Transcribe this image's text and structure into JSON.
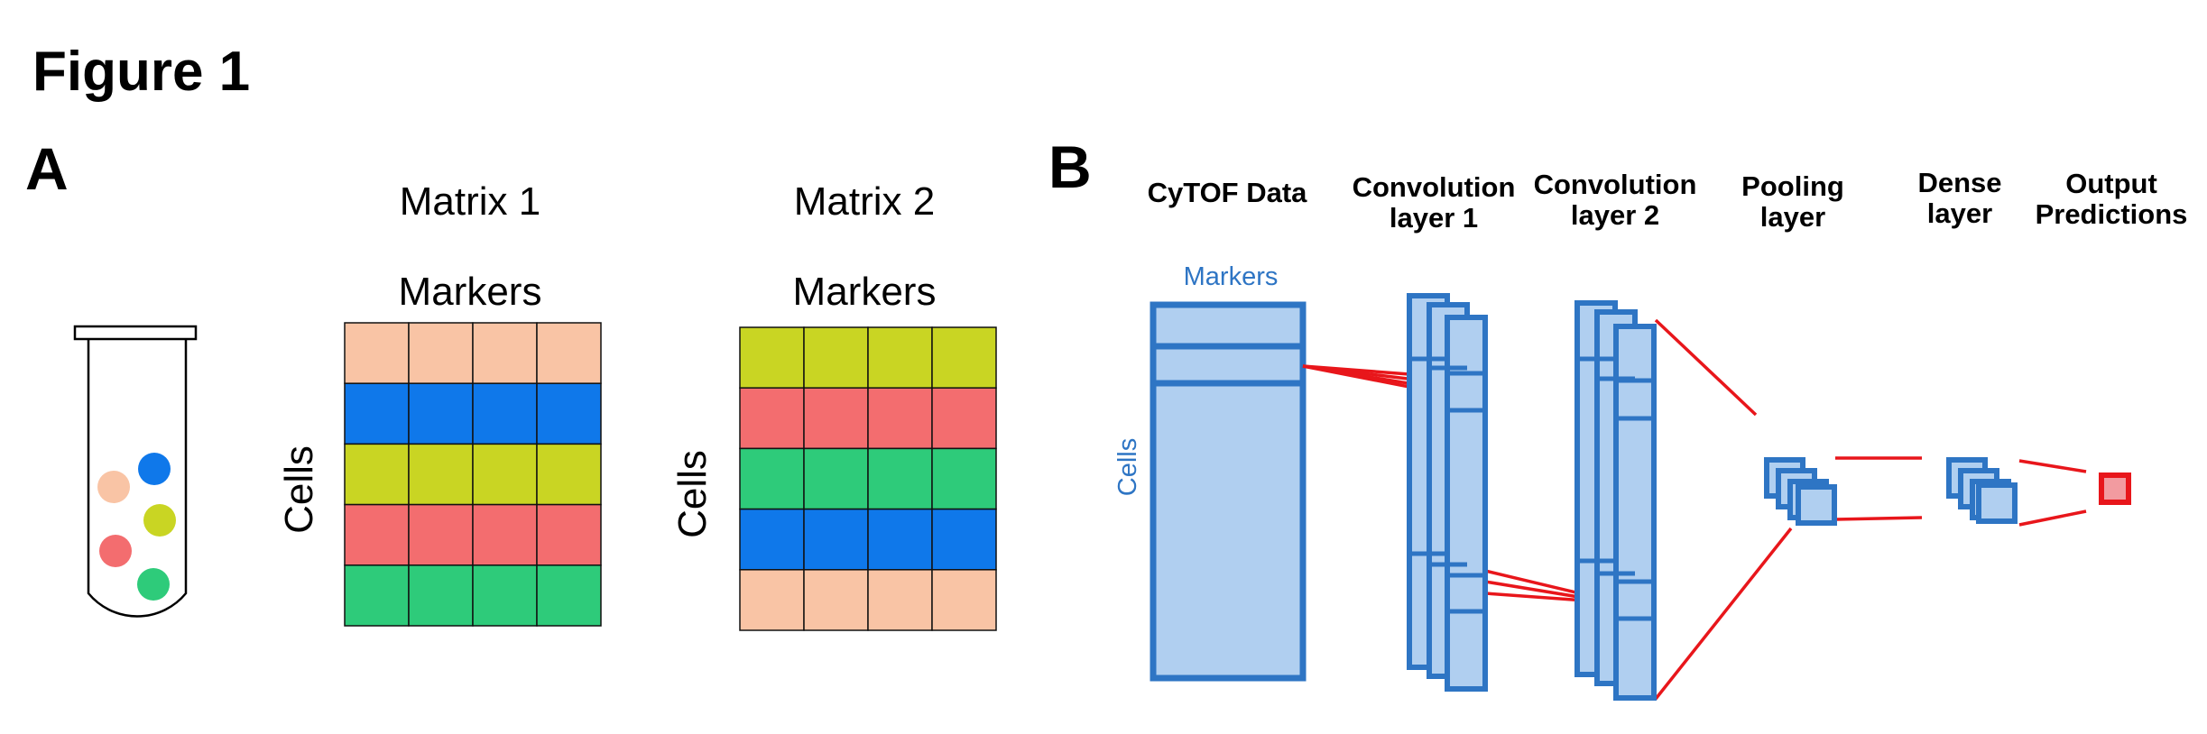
{
  "figure_title": "Figure 1",
  "panel_a": {
    "label": "A",
    "tube": {
      "dot_colors": [
        "#f9c4a5",
        "#0f78ea",
        "#c9d523",
        "#f36d6f",
        "#2ecb7a"
      ]
    },
    "matrix1": {
      "title": "Matrix 1",
      "column_header": "Markers",
      "row_header": "Cells",
      "row_colors": [
        "#f9c4a5",
        "#0f78ea",
        "#c9d523",
        "#f36d6f",
        "#2ecb7a"
      ],
      "columns": 4
    },
    "matrix2": {
      "title": "Matrix 2",
      "column_header": "Markers",
      "row_header": "Cells",
      "row_colors": [
        "#c9d523",
        "#f36d6f",
        "#2ecb7a",
        "#0f78ea",
        "#f9c4a5"
      ],
      "columns": 4
    }
  },
  "panel_b": {
    "label": "B",
    "stages": [
      {
        "label_line1": "CyTOF Data",
        "label_line2": ""
      },
      {
        "label_line1": "Convolution",
        "label_line2": "layer 1"
      },
      {
        "label_line1": "Convolution",
        "label_line2": "layer 2"
      },
      {
        "label_line1": "Pooling",
        "label_line2": "layer"
      },
      {
        "label_line1": "Dense",
        "label_line2": "layer"
      },
      {
        "label_line1": "Output",
        "label_line2": "Predictions"
      }
    ],
    "data_block": {
      "column_header": "Markers",
      "row_header": "Cells"
    },
    "colors": {
      "block_fill": "#b0cff0",
      "block_stroke": "#2e75c4",
      "connector": "#e8161b",
      "output_fill": "#f29ba0"
    }
  }
}
